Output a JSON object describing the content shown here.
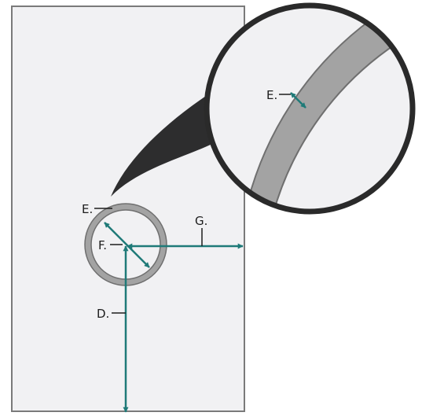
{
  "diagram": {
    "labels": {
      "e_main": "E.",
      "e_detail": "E.",
      "f": "F.",
      "g": "G.",
      "d": "D."
    },
    "colors": {
      "panel_fill": "#f1f1f3",
      "panel_stroke": "#7a7a7a",
      "ring_fill": "#a3a3a3",
      "ring_stroke": "#6f6f6f",
      "dimension": "#1f7a78",
      "callout_fill": "#2d2d2e",
      "detail_border": "#2a2a2a",
      "label_text": "#1d1d1d"
    }
  }
}
